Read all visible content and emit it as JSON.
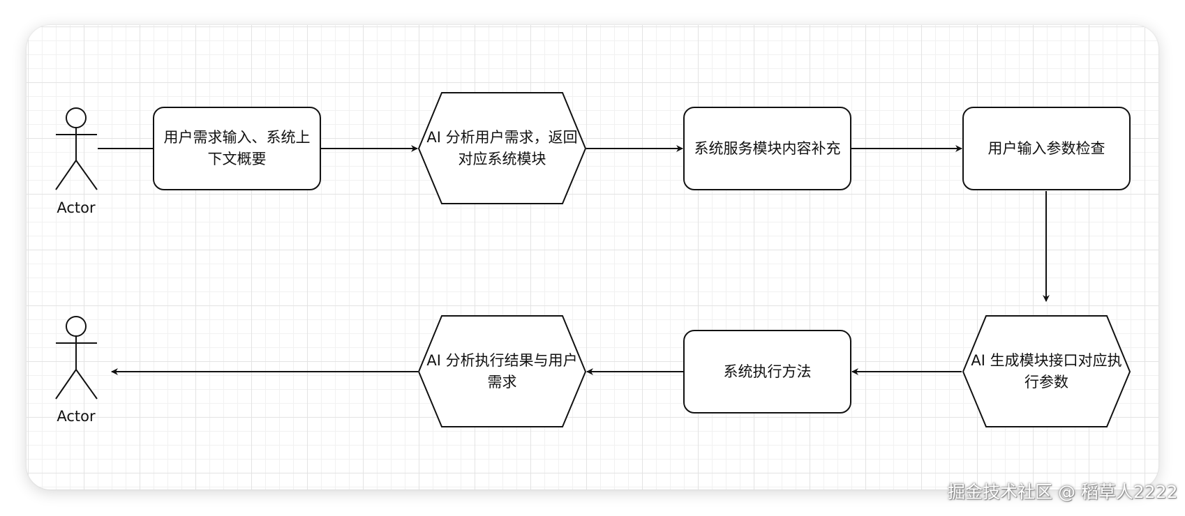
{
  "actors": [
    {
      "id": "actor-top",
      "label": "Actor"
    },
    {
      "id": "actor-bottom",
      "label": "Actor"
    }
  ],
  "nodes": {
    "user_input": {
      "shape": "rounded-rect",
      "label": "用户需求输入、系统上下文概要"
    },
    "ai_analyze_demand": {
      "shape": "hexagon",
      "label": "AI 分析用户需求，返回对应系统模块"
    },
    "module_supplement": {
      "shape": "rounded-rect",
      "label": "系统服务模块内容补充"
    },
    "param_check": {
      "shape": "rounded-rect",
      "label": "用户输入参数检查"
    },
    "ai_generate_params": {
      "shape": "hexagon",
      "label": "AI 生成模块接口对应执行参数"
    },
    "system_execute": {
      "shape": "rounded-rect",
      "label": "系统执行方法"
    },
    "ai_analyze_result": {
      "shape": "hexagon",
      "label": "AI 分析执行结果与用户需求"
    }
  },
  "edges": [
    {
      "from": "actor-top",
      "to": "user_input",
      "arrow": false
    },
    {
      "from": "user_input",
      "to": "ai_analyze_demand",
      "arrow": true
    },
    {
      "from": "ai_analyze_demand",
      "to": "module_supplement",
      "arrow": true
    },
    {
      "from": "module_supplement",
      "to": "param_check",
      "arrow": true
    },
    {
      "from": "param_check",
      "to": "ai_generate_params",
      "arrow": true
    },
    {
      "from": "ai_generate_params",
      "to": "system_execute",
      "arrow": true
    },
    {
      "from": "system_execute",
      "to": "ai_analyze_result",
      "arrow": true
    },
    {
      "from": "ai_analyze_result",
      "to": "actor-bottom",
      "arrow": true
    }
  ],
  "watermark": "掘金技术社区 @ 稻草人2222",
  "colors": {
    "stroke": "#111111",
    "grid": "#e3e3e3",
    "background": "#ffffff"
  }
}
